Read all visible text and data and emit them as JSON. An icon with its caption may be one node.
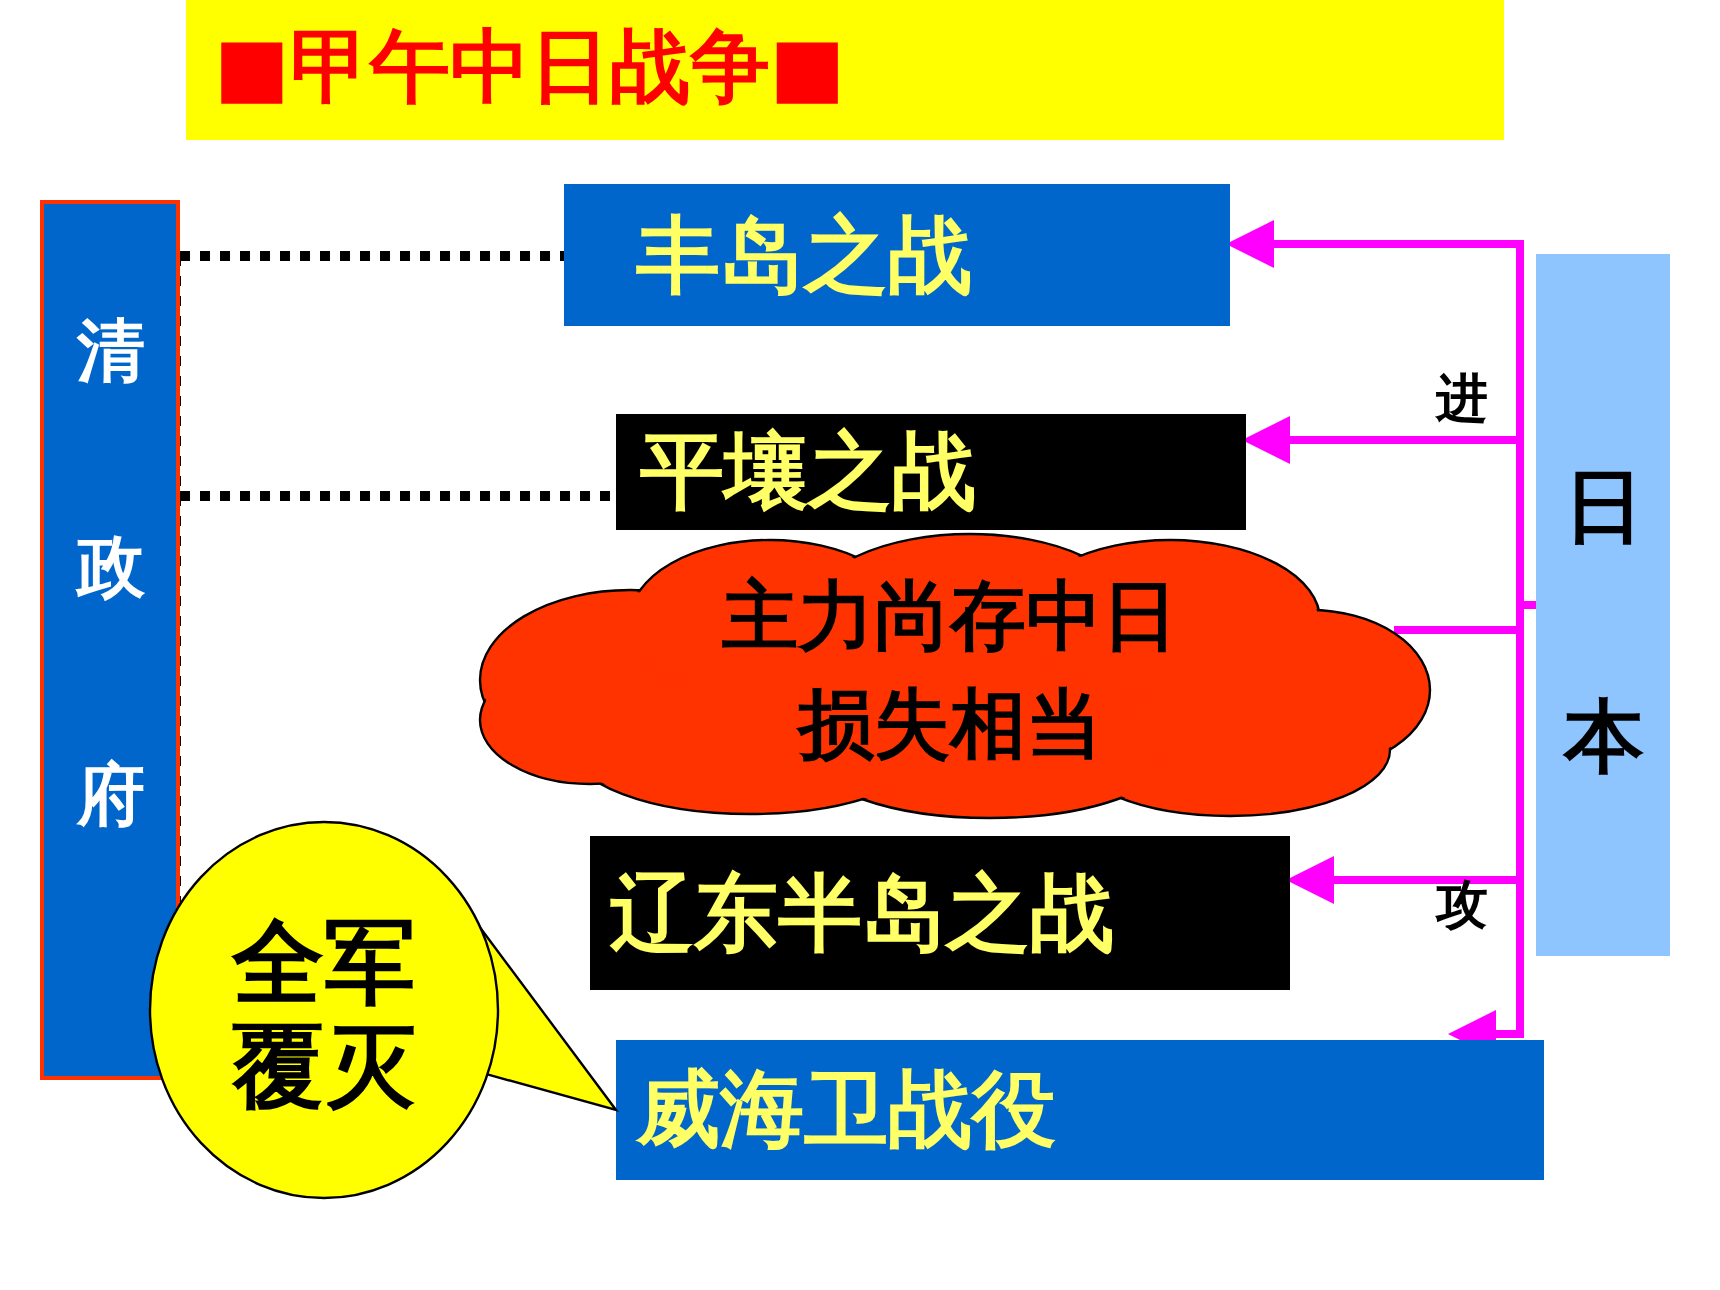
{
  "diagram": {
    "title": "■甲午中日战争■",
    "nodes": [
      {
        "text": [
          "清政府"
        ]
      },
      {
        "text": [
          "丰岛之战"
        ]
      },
      {
        "text": [
          "平壤之战"
        ]
      },
      {
        "text": [
          "主力尚存中日损失相当"
        ]
      },
      {
        "text": [
          "辽东半岛之战"
        ]
      },
      {
        "text": [
          "威海卫战役"
        ]
      },
      {
        "text": [
          "日本"
        ]
      },
      {
        "text": [
          "全军覆灭"
        ]
      }
    ],
    "edges": [
      {
        "from": 0,
        "to": 1,
        "arrow": "none",
        "style": "dashed",
        "color": "#000000"
      },
      {
        "from": 0,
        "to": 2,
        "arrow": "none",
        "style": "dashed",
        "color": "#000000"
      },
      {
        "from": 6,
        "to": 1,
        "arrow": "to"
      },
      {
        "from": 6,
        "to": 2,
        "arrow": "to"
      },
      {
        "from": 6,
        "to": 3,
        "arrow": "none"
      },
      {
        "from": 6,
        "to": 4,
        "arrow": "to"
      },
      {
        "from": 6,
        "to": 5,
        "arrow": "to"
      },
      {
        "from": 7,
        "to": 5,
        "arrow": "to",
        "color": "#ffff00"
      }
    ],
    "labels": [
      "进",
      "攻"
    ]
  }
}
